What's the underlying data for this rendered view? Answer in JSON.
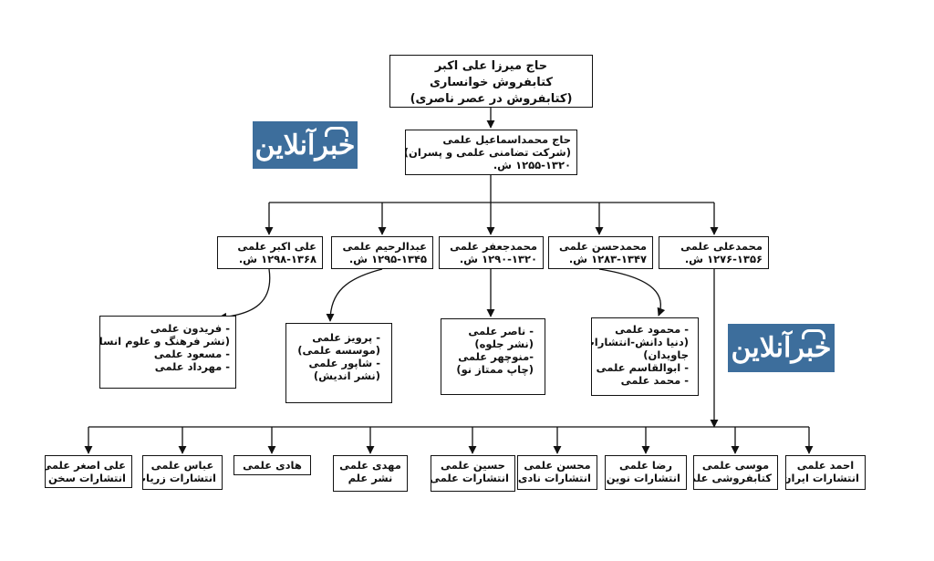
{
  "logo": {
    "text": "خبرآنلاین"
  },
  "root": {
    "lines": [
      "حاج میرزا علی اکبر",
      "کتابفروش خوانساری",
      "(کتابفروش در عصر ناصری)"
    ]
  },
  "second": {
    "lines": [
      "حاج محمداسماعیل علمی",
      "(شرکت تضامنی علمی و پسران)",
      "۱۲۵۵-۱۳۲۰ ش."
    ]
  },
  "sons": [
    {
      "lines": [
        "علی اکبر علمی",
        "۱۲۹۸-۱۳۶۸ ش."
      ]
    },
    {
      "lines": [
        "عبدالرحیم علمی",
        "۱۲۹۵-۱۳۴۵ ش."
      ]
    },
    {
      "lines": [
        "محمدجعفر علمی",
        "۱۲۹۰-۱۳۲۰ ش."
      ]
    },
    {
      "lines": [
        "محمدحسن علمی",
        "۱۲۸۳-۱۳۴۷ ش."
      ]
    },
    {
      "lines": [
        "محمدعلی علمی",
        "۱۲۷۶-۱۳۵۶ ش."
      ]
    }
  ],
  "grandchildren": [
    {
      "lines": [
        "- فریدون علمی",
        "(نشر فرهنگ و علوم انسانی)",
        "- مسعود علمی",
        "- مهرداد علمی"
      ]
    },
    {
      "lines": [
        "- پرویز علمی",
        "(موسسه علمی)",
        "- شاپور علمی",
        "(نشر اندیش)"
      ]
    },
    {
      "lines": [
        "- ناصر علمی",
        "(نشر جلوه)",
        "-منوچهر علمی",
        "(چاپ ممتاز نو)"
      ]
    },
    {
      "lines": [
        "- محمود علمی",
        "(دنیا دانش-انتشارات",
        "جاویدان)",
        "- ابوالقاسم علمی",
        "- محمد علمی"
      ]
    }
  ],
  "bottom": [
    {
      "lines": [
        "علی اصغر علمی",
        "انتشارات سخن"
      ]
    },
    {
      "lines": [
        "عباس علمی",
        "انتشارات زریاب"
      ]
    },
    {
      "lines": [
        "هادی علمی"
      ]
    },
    {
      "lines": [
        "مهدی علمی",
        "نشر علم"
      ]
    },
    {
      "lines": [
        "حسین علمی",
        "انتشارات علمی"
      ]
    },
    {
      "lines": [
        "محسن علمی",
        "انتشارات نادی"
      ]
    },
    {
      "lines": [
        "رضا علمی",
        "انتشارات نوین"
      ]
    },
    {
      "lines": [
        "موسی علمی",
        "کتابفروشی علمی"
      ]
    },
    {
      "lines": [
        "احمد علمی",
        "انتشارات ایران"
      ]
    }
  ]
}
